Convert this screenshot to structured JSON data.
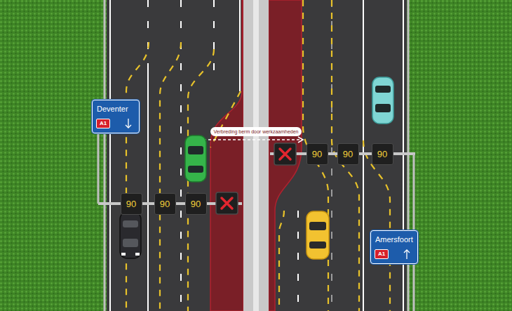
{
  "diagram": {
    "nodes": [
      {
        "text": [
          "Deventer"
        ]
      },
      {
        "text": [
          "A1"
        ],
        "in": 0
      },
      {
        "text": [
          "Verbreding berm door werkzaamheden"
        ]
      },
      {
        "text": [
          "90"
        ]
      },
      {
        "text": [
          "90"
        ]
      },
      {
        "text": [
          "90"
        ]
      },
      {
        "text": [
          "90"
        ]
      },
      {
        "text": [
          "90"
        ]
      },
      {
        "text": [
          "90"
        ]
      },
      {
        "text": [
          "Amersfoort"
        ]
      },
      {
        "text": [
          "A1"
        ],
        "in": 9
      }
    ]
  }
}
